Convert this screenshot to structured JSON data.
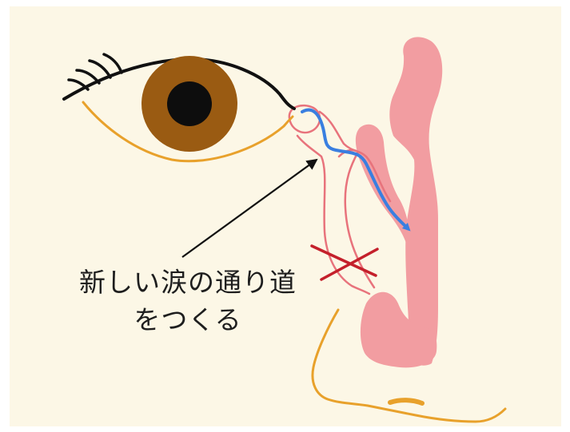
{
  "caption": {
    "line1": "新しい涙の通り道",
    "line2": "をつくる"
  },
  "colors": {
    "background": "#fcf7e6",
    "skin_outline": "#e8a12b",
    "lash": "#111111",
    "iris": "#9a5b12",
    "pupil": "#0d0d0d",
    "duct_outline": "#e8737c",
    "nasal_fill": "#f29da1",
    "tear_flow": "#3a7fe0",
    "blocked_mark": "#c4202b",
    "pointer": "#111111"
  },
  "icons": {
    "flow_arrow": "blue-tear-flow-arrow",
    "blocked": "red-x-mark",
    "pointer": "black-pointer-arrow"
  }
}
